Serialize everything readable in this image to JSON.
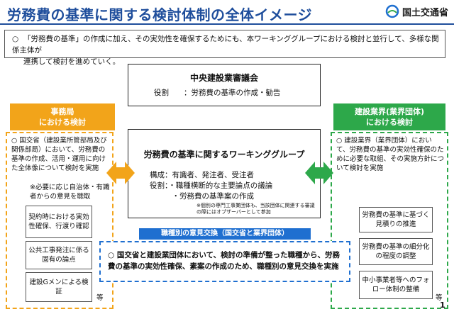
{
  "header": {
    "title": "労務費の基準に関する検討体制の全体イメージ",
    "logo_name": "国土交通省"
  },
  "intro": {
    "bullet": "○",
    "line1": "「労務費の基準」の作成に加え、その実効性を確保するためにも、本ワーキンググループにおける検討と並行して、多様な関係主体が",
    "line2": "連携して検討を進めていく。"
  },
  "council": {
    "title": "中央建設業審議会",
    "role": "役割　　：労務費の基準の作成・勧告"
  },
  "left": {
    "header_line1": "事務局",
    "header_line2": "における検討",
    "text": "○ 国交省（建設業所管部局及び関係部局）において、労務費の基準の作成、活用・運用に向けた全体像について検討を実施",
    "note": "※必要に応じ自治体・有識者からの意見を聴取",
    "items": [
      "契約時における実効性確保、行渡り確認",
      "公共工事発注に係る固有の論点",
      "建設Gメンによる検証"
    ],
    "etc": "等"
  },
  "right": {
    "header_line1": "建設業界(業界団体)",
    "header_line2": "における検討",
    "text": "○ 建設業界（業界団体）において、労務費の基準の実効性確保のために必要な取組、その実施方針について検討を実施",
    "items": [
      "労務費の基準に基づく見積りの推進",
      "労務費の基準の細分化の程度の調整",
      "中小事業者等へのフォロー体制の整備"
    ],
    "etc": "等"
  },
  "wg": {
    "title": "労務費の基準に関するワーキンググループ",
    "line1": "構成：有識者、発注者、受注者",
    "line2": "役割：・職種横断的な主要論点の議論",
    "line3": "　　　・労務費の基準案の作成",
    "note": "※個別の専門工事業団体も、当該団体に関連する審議の際にはオブザーバーとして参加"
  },
  "exchange": {
    "label": "職種別の意見交換（国交省と業界団体）",
    "text": "○ 国交省と建設業団体において、検討の準備が整った職種から、労務費の基準の実効性確保、素案の作成のため、職種別の意見交換を実施"
  },
  "page_number": "1",
  "colors": {
    "title_blue": "#1f4e9c",
    "orange": "#f2a41a",
    "green": "#2da84a",
    "blue": "#1f6fd0"
  },
  "icons": {
    "logo": "mlit-logo-icon",
    "left_arrow": "double-arrow-orange-icon",
    "right_arrow": "double-arrow-green-icon"
  }
}
